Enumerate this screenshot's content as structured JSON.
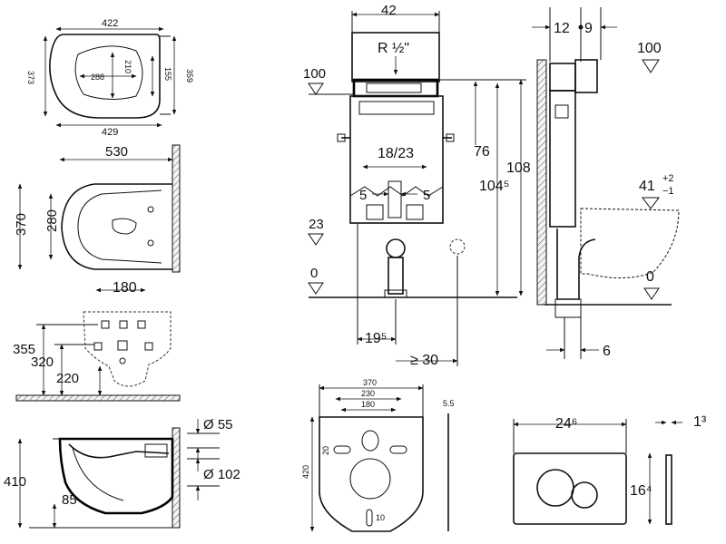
{
  "seat_top": {
    "d422": "422",
    "d429": "429",
    "d373": "373",
    "d359": "359",
    "d288": "288",
    "d210": "210",
    "d155": "155"
  },
  "bowl_top": {
    "d530": "530",
    "d370": "370",
    "d280": "280"
  },
  "fixing": {
    "d180": "180",
    "d355": "355",
    "d320": "320",
    "d220": "220"
  },
  "bowl_side": {
    "d55": "Ø 55",
    "d102": "Ø 102",
    "d410": "410",
    "d85": "85"
  },
  "frame_front": {
    "d42": "42",
    "pipe": "R ½\"",
    "lvl100": "100",
    "d76": "76",
    "d104": "104⁵",
    "d108": "108",
    "d1823": "18/23",
    "d5a": "5",
    "d5b": "5",
    "lvl23": "23",
    "lvl0": "0",
    "d195": "19⁵",
    "d30": "≥ 30"
  },
  "frame_side": {
    "d12": "12",
    "d9": "9",
    "lvl100": "100",
    "d41": "41",
    "tol_plus": "+2",
    "tol_minus": "−1",
    "lvl0": "0",
    "d6": "6"
  },
  "mat": {
    "d370": "370",
    "d230": "230",
    "d180": "180",
    "d420": "420",
    "d20": "20",
    "d10": "10",
    "d55": "5.5"
  },
  "plate": {
    "d246": "24⁶",
    "d164": "16⁴",
    "d13": "1³"
  }
}
